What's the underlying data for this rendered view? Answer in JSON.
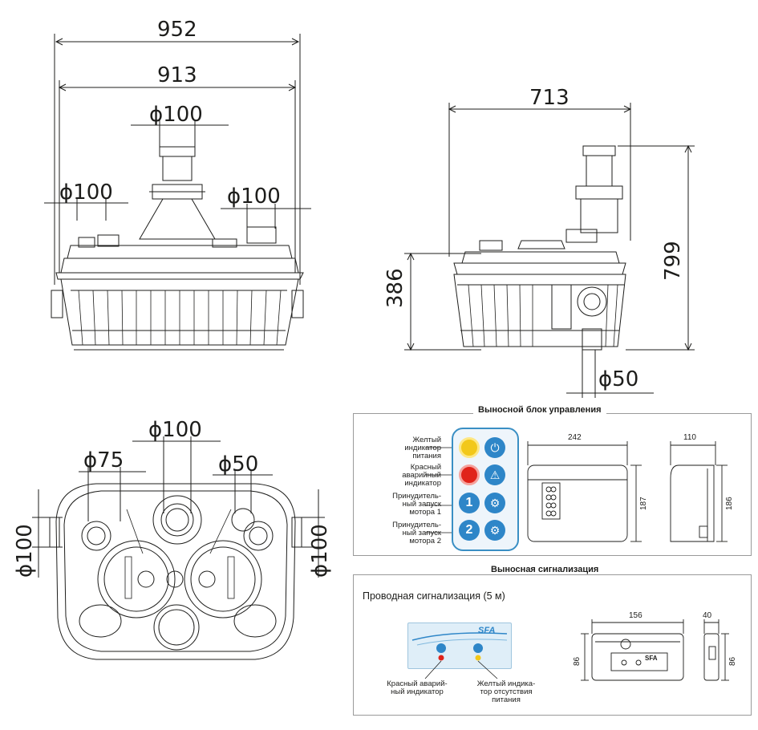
{
  "top_front": {
    "dim_overall": "952",
    "dim_body": "913",
    "dim_top_outlet": "ϕ100",
    "dim_left_inlet": "ϕ100",
    "dim_right_inlet": "ϕ100"
  },
  "top_side": {
    "dim_width": "713",
    "dim_height_total": "799",
    "dim_height_body": "386",
    "dim_bottom_outlet": "ϕ50"
  },
  "bottom_plan": {
    "dim_center": "ϕ100",
    "dim_left": "ϕ75",
    "dim_right": "ϕ50",
    "dim_side_left": "ϕ100",
    "dim_side_right": "ϕ100"
  },
  "control_unit": {
    "title": "Выносной блок управления",
    "labels": [
      "Желтый\nиндикатор\nпитания",
      "Красный\nаварийный\nиндикатор",
      "Принудитель-\nный запуск\nмотора 1",
      "Принудитель-\nный запуск\nмотора 2"
    ],
    "button_1": "1",
    "button_2": "2",
    "dim_width": "242",
    "dim_height": "187",
    "dim_depth": "110",
    "dim_height_side": "186",
    "colors": {
      "yellow": "#f2c81a",
      "red": "#e0231a",
      "blue": "#2e86c8"
    }
  },
  "alarm": {
    "title": "Выносная сигнализация",
    "subtitle": "Проводная сигнализация (5 м)",
    "brand": "SFA",
    "label_red": "Красный аварий-\nный индикатор",
    "label_yellow": "Желтый индика-\nтор отсутствия\nпитания",
    "dim_width": "156",
    "dim_height": "86",
    "dim_depth": "40",
    "dim_height_side": "86"
  }
}
